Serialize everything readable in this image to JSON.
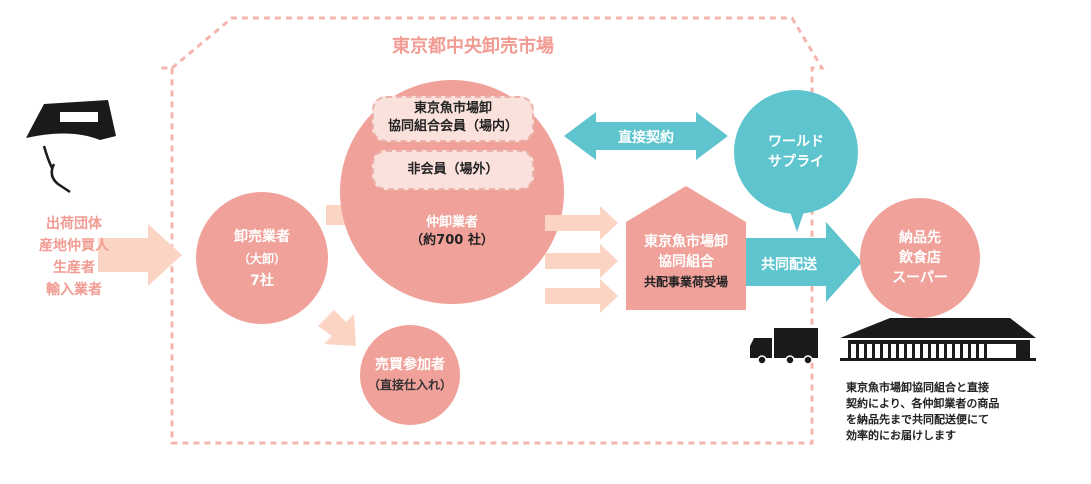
{
  "market": {
    "title": "東京都中央卸売市場"
  },
  "shippers": {
    "lines": [
      "出荷団体",
      "産地仲買人",
      "生産者",
      "輸入業者"
    ]
  },
  "wholesalers": {
    "name": "卸売業者",
    "note": "（大卸）",
    "count": "7社"
  },
  "traders": {
    "name": "売買参加者",
    "note": "（直接仕入れ）"
  },
  "intermediate": {
    "member_line1": "東京魚市場卸",
    "member_line2": "協同組合会員（場内）",
    "nonmember": "非会員（場外）",
    "name": "仲卸業者",
    "count": "（約700 社）"
  },
  "cooperative": {
    "line1": "東京魚市場卸",
    "line2": "協同組合",
    "line3": "共配事業荷受場"
  },
  "world_supply": {
    "line1": "ワールド",
    "line2": "サプライ"
  },
  "direct_contract": {
    "label": "直接契約"
  },
  "joint_delivery": {
    "label": "共同配送"
  },
  "destination": {
    "line1": "納品先",
    "line2": "飲食店",
    "line3": "スーパー"
  },
  "note": {
    "lines": [
      "東京魚市場卸協同組合と直接",
      "契約により、各仲卸業者の商品",
      "を納品先まで共同配送便にて",
      "効率的にお届けします"
    ]
  },
  "colors": {
    "pink": "#f0a29a",
    "light_pink": "#fbd4c4",
    "teal": "#5ec5cf",
    "dashed": "#f3b5ad",
    "title": "#f19b93"
  }
}
